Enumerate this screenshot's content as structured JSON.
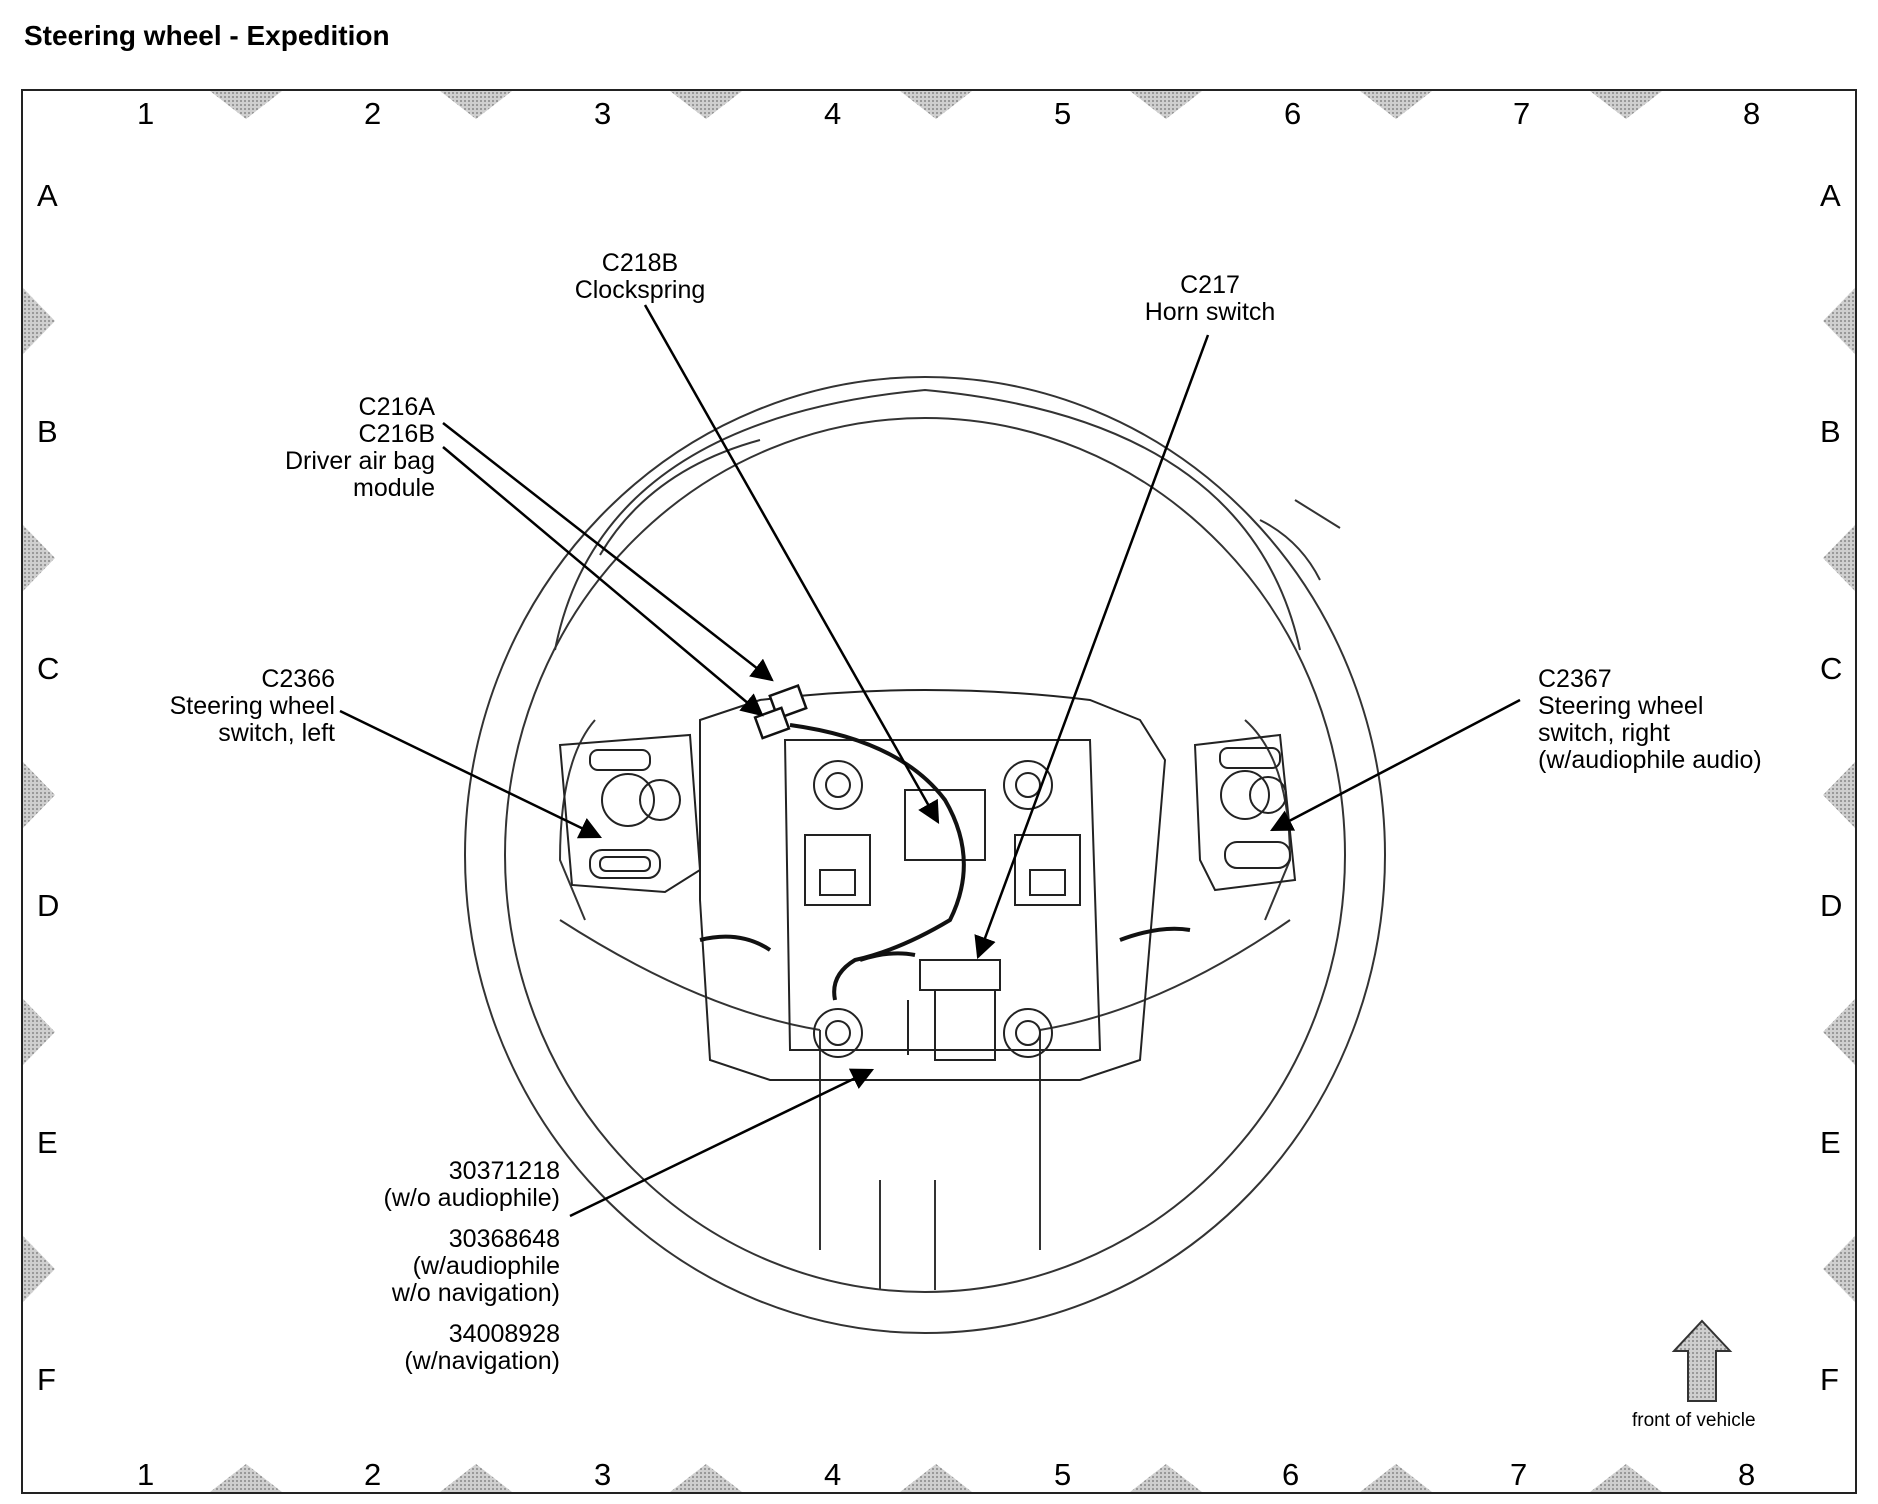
{
  "title": "Steering wheel - Expedition",
  "grid": {
    "columns": [
      "1",
      "2",
      "3",
      "4",
      "5",
      "6",
      "7",
      "8"
    ],
    "rows": [
      "A",
      "B",
      "C",
      "D",
      "E",
      "F"
    ]
  },
  "callouts": {
    "c218b": [
      "C218B",
      "Clockspring"
    ],
    "c217": [
      "C217",
      "Horn switch"
    ],
    "c216": [
      "C216A",
      "C216B",
      "Driver air bag",
      "module"
    ],
    "c2366": [
      "C2366",
      "Steering wheel",
      "switch, left"
    ],
    "c2367": [
      "C2367",
      "Steering wheel",
      "switch, right",
      "(w/audiophile audio)"
    ],
    "part_numbers": [
      {
        "number": "30371218",
        "lines": [
          "(w/o audiophile)"
        ]
      },
      {
        "number": "30368648",
        "lines": [
          "(w/audiophile",
          "w/o navigation)"
        ]
      },
      {
        "number": "34008928",
        "lines": [
          "(w/navigation)"
        ]
      }
    ]
  },
  "front_of_vehicle": "front of vehicle",
  "colors": {
    "line": "#000000",
    "wheel": "#333333",
    "marker": "#b8b8b8"
  },
  "icons": [
    "up-arrow-icon"
  ]
}
